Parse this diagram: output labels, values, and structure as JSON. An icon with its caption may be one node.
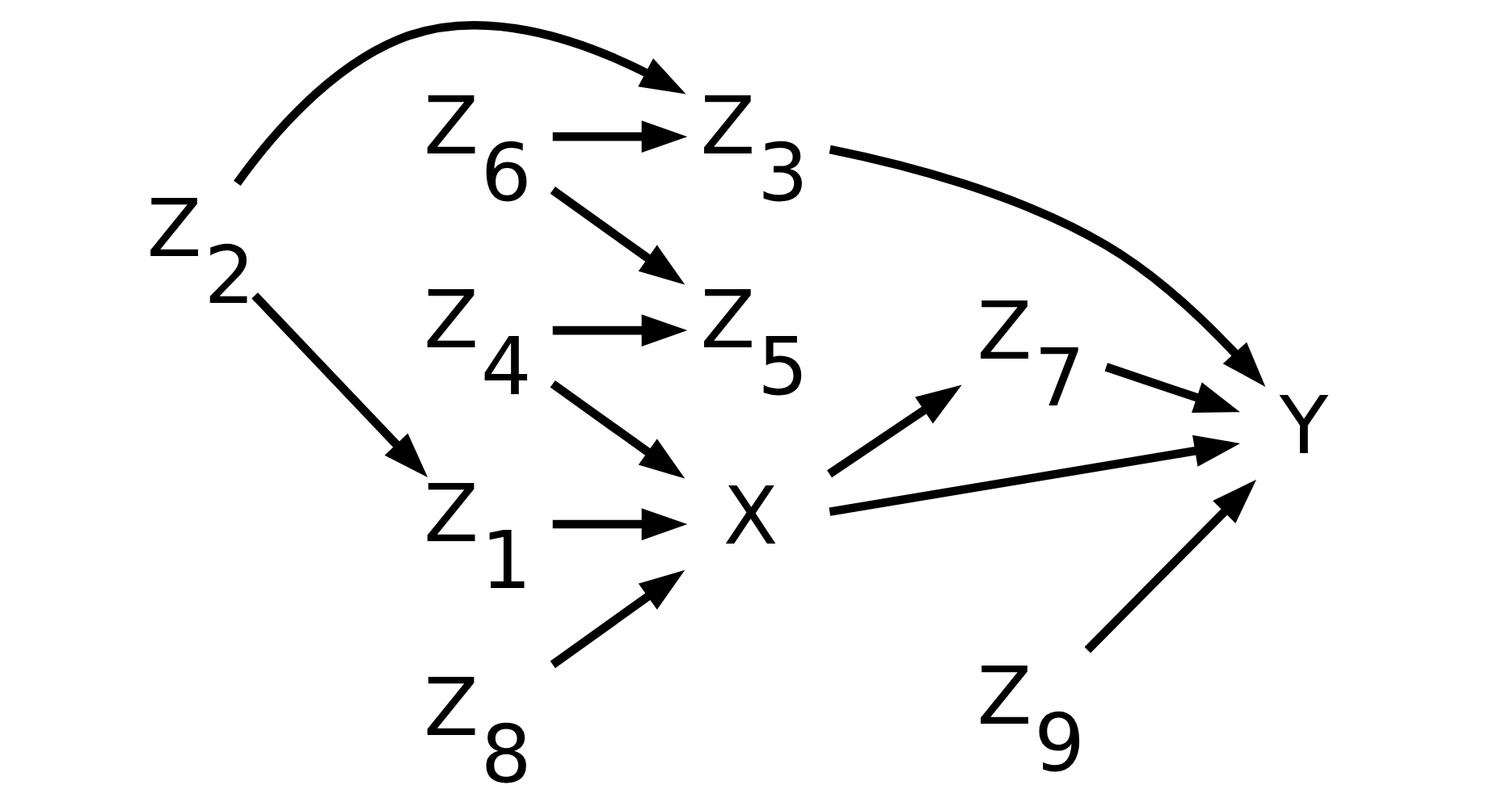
{
  "diagram": {
    "nodes": [
      {
        "text": [
          "X"
        ]
      },
      {
        "text": [
          "Y"
        ]
      },
      {
        "text": [
          "Z$_{1}$"
        ]
      },
      {
        "text": [
          "Z$_{2}$"
        ]
      },
      {
        "text": [
          "Z$_{3}$"
        ]
      },
      {
        "text": [
          "Z$_{4}$"
        ]
      },
      {
        "text": [
          "Z$_{5}$"
        ]
      },
      {
        "text": [
          "Z$_{6}$"
        ]
      },
      {
        "text": [
          "Z$_{7}$"
        ]
      },
      {
        "text": [
          "Z$_{8}$"
        ]
      },
      {
        "text": [
          "Z$_{9}$"
        ]
      }
    ],
    "edges": [
      {
        "from": 5,
        "to": 6,
        "arrow": "to"
      },
      {
        "from": 7,
        "to": 6,
        "arrow": "to"
      },
      {
        "from": 5,
        "to": 0,
        "arrow": "to"
      },
      {
        "from": 9,
        "to": 0,
        "arrow": "to"
      },
      {
        "from": 7,
        "to": 4,
        "arrow": "to"
      },
      {
        "from": 3,
        "to": 2,
        "arrow": "to"
      },
      {
        "from": 3,
        "to": 4,
        "arrow": "to"
      },
      {
        "from": 2,
        "to": 0,
        "arrow": "to"
      },
      {
        "from": 4,
        "to": 1,
        "arrow": "to"
      },
      {
        "from": 10,
        "to": 1,
        "arrow": "to"
      },
      {
        "from": 0,
        "to": 1,
        "arrow": "to"
      },
      {
        "from": 0,
        "to": 8,
        "arrow": "to"
      },
      {
        "from": 8,
        "to": 1,
        "arrow": "to"
      }
    ]
  }
}
